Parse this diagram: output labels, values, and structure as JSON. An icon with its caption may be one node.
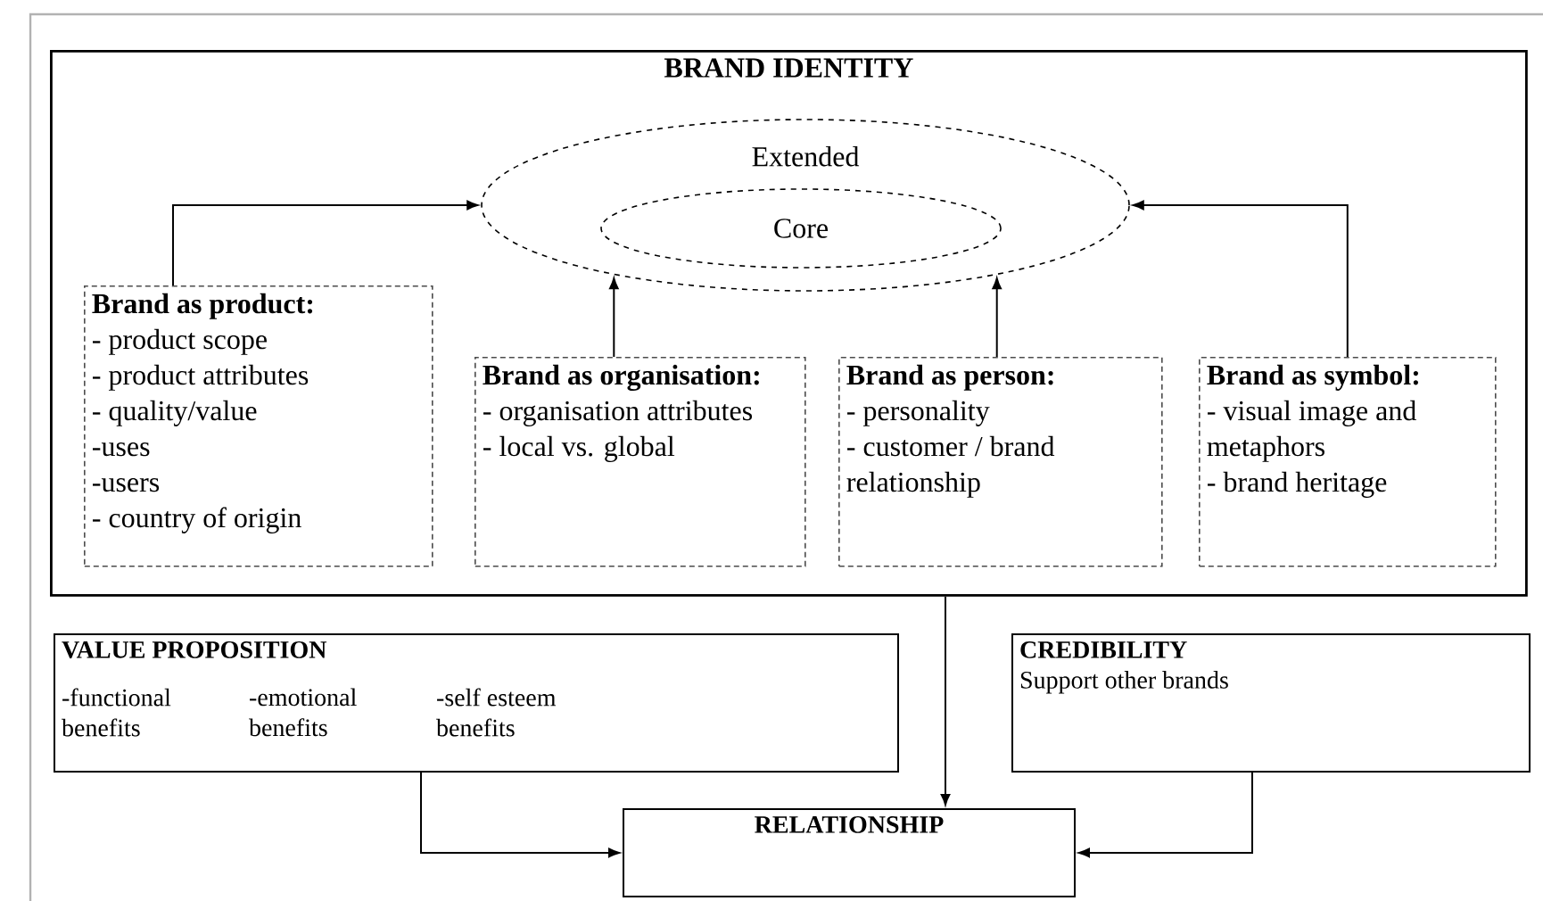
{
  "diagram": {
    "nodes": [
      {
        "text": [
          "BRAND IDENTITY"
        ]
      },
      {
        "text": [
          "Extended"
        ],
        "in": 0
      },
      {
        "text": [
          "Core"
        ],
        "in": 1
      },
      {
        "text": [
          "Brand as product:",
          "- product scope",
          "- product attributes",
          "- quality/value",
          "-uses",
          "-users",
          "- country of origin"
        ],
        "in": 0
      },
      {
        "text": [
          "Brand as organisation:",
          "- organisation attributes",
          "- local vs. global"
        ],
        "in": 0
      },
      {
        "text": [
          "Brand as person:",
          "- personality",
          "- customer / brand relationship"
        ],
        "in": 0
      },
      {
        "text": [
          "Brand as symbol:",
          "- visual image and metaphors",
          "- brand heritage"
        ],
        "in": 0
      },
      {
        "text": [
          "VALUE PROPOSITION",
          "-functional benefits",
          "-emotional benefits",
          "-self esteem benefits"
        ]
      },
      {
        "text": [
          "CREDIBILITY",
          "Support other brands"
        ]
      },
      {
        "text": [
          "RELATIONSHIP"
        ]
      }
    ],
    "edges": [
      {
        "from": 3,
        "to": 1,
        "arrow": "to"
      },
      {
        "from": 4,
        "to": 1,
        "arrow": "to"
      },
      {
        "from": 5,
        "to": 1,
        "arrow": "to"
      },
      {
        "from": 6,
        "to": 1,
        "arrow": "to"
      },
      {
        "from": 0,
        "to": 9,
        "arrow": "to"
      },
      {
        "from": 7,
        "to": 9,
        "arrow": "to"
      },
      {
        "from": 8,
        "to": 9,
        "arrow": "to"
      }
    ]
  }
}
